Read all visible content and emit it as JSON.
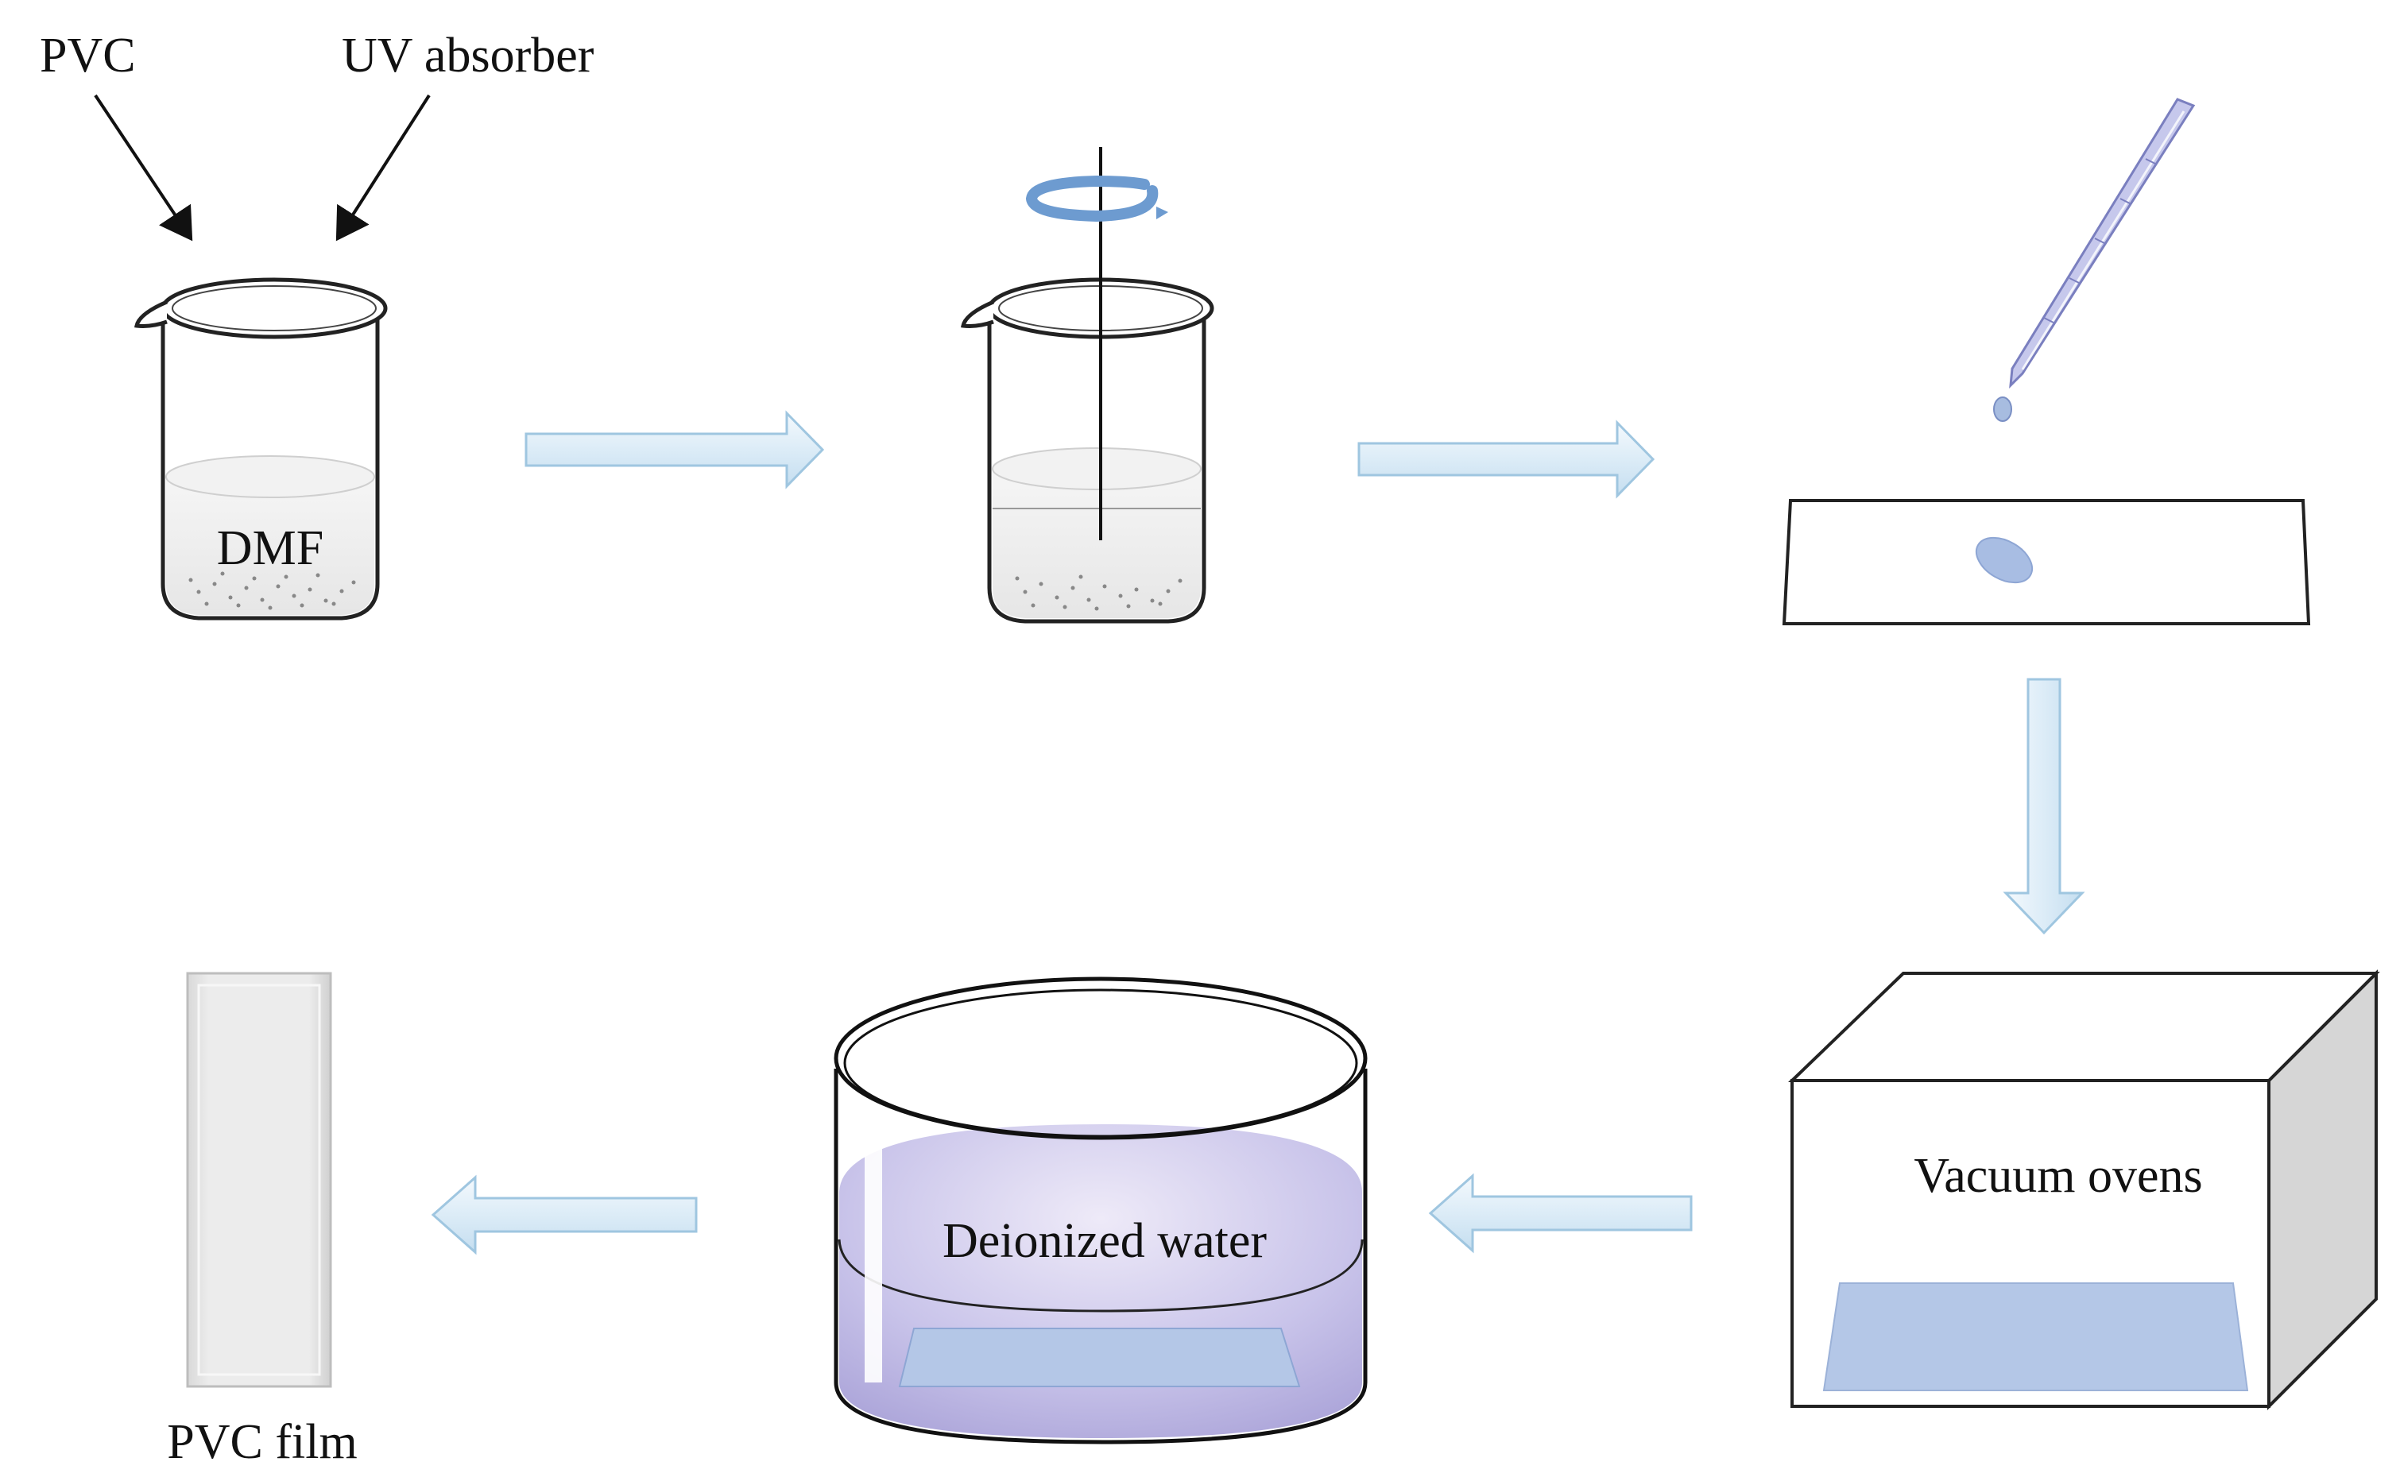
{
  "labels": {
    "pvc": "PVC",
    "uv_absorber": "UV absorber",
    "dmf": "DMF",
    "vacuum_ovens": "Vacuum ovens",
    "deionized_water": "Deionized water",
    "pvc_film": "PVC film"
  },
  "colors": {
    "arrow_fill": "#dcecf7",
    "arrow_stroke": "#9fc6e0",
    "liquid": "#c9c6e8",
    "film": "#b4c7e7",
    "stirrer": "#7aa6d6",
    "oven_side": "#d6d6d6",
    "pvc_film": "#e8e8e8"
  },
  "icons": [
    "beaker-icon",
    "stirrer-icon",
    "pipette-icon",
    "glass-slide-icon",
    "vacuum-oven-icon",
    "petri-dish-icon",
    "pvc-film-icon"
  ]
}
